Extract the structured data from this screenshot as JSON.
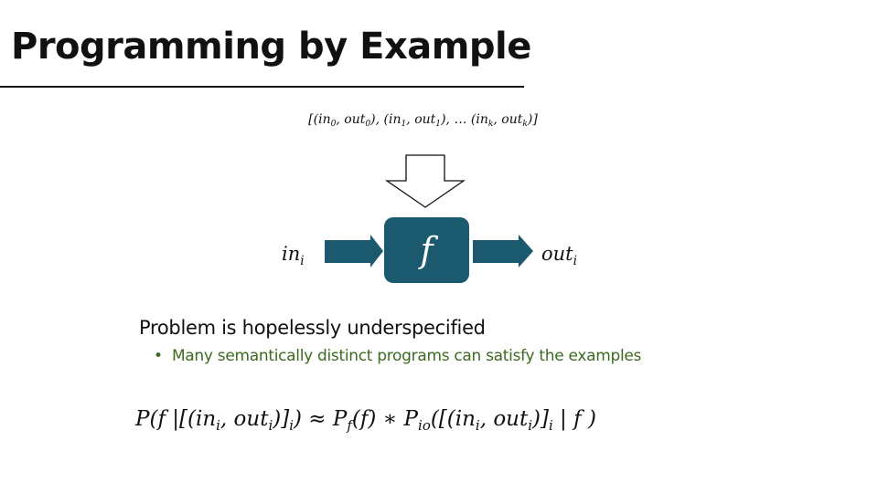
{
  "slide": {
    "title": "Programming by Example",
    "examples_formula": [
      {
        "t": "[(in"
      },
      {
        "s": "0"
      },
      {
        "t": ", out"
      },
      {
        "s": "0"
      },
      {
        "t": "), (in"
      },
      {
        "s": "1"
      },
      {
        "t": ", out"
      },
      {
        "s": "1"
      },
      {
        "t": "), … (in"
      },
      {
        "s": "k"
      },
      {
        "t": ", out"
      },
      {
        "s": "k"
      },
      {
        "t": ")]"
      }
    ],
    "input_label": [
      {
        "t": "in"
      },
      {
        "s": "i"
      }
    ],
    "function_label": "f",
    "output_label": [
      {
        "t": "out"
      },
      {
        "s": "i"
      }
    ],
    "problem_text": "Problem is hopelessly  underspecified",
    "bullet_text": "Many semantically distinct programs can satisfy the examples",
    "bayes_formula": [
      {
        "t": "P(f |[(in"
      },
      {
        "s": "i"
      },
      {
        "t": ", out"
      },
      {
        "s": "i"
      },
      {
        "t": ")]"
      },
      {
        "s": "i"
      },
      {
        "t": ") ≈ P"
      },
      {
        "s": "f"
      },
      {
        "t": "(f) ∗ P"
      },
      {
        "s": "io"
      },
      {
        "t": "([(in"
      },
      {
        "s": "i"
      },
      {
        "t": ", out"
      },
      {
        "s": "i"
      },
      {
        "t": ")]"
      },
      {
        "s": "i"
      },
      {
        "t": " | f )"
      }
    ],
    "colors": {
      "box": "#1b5a6e",
      "bullet": "#3b6b1f"
    }
  }
}
